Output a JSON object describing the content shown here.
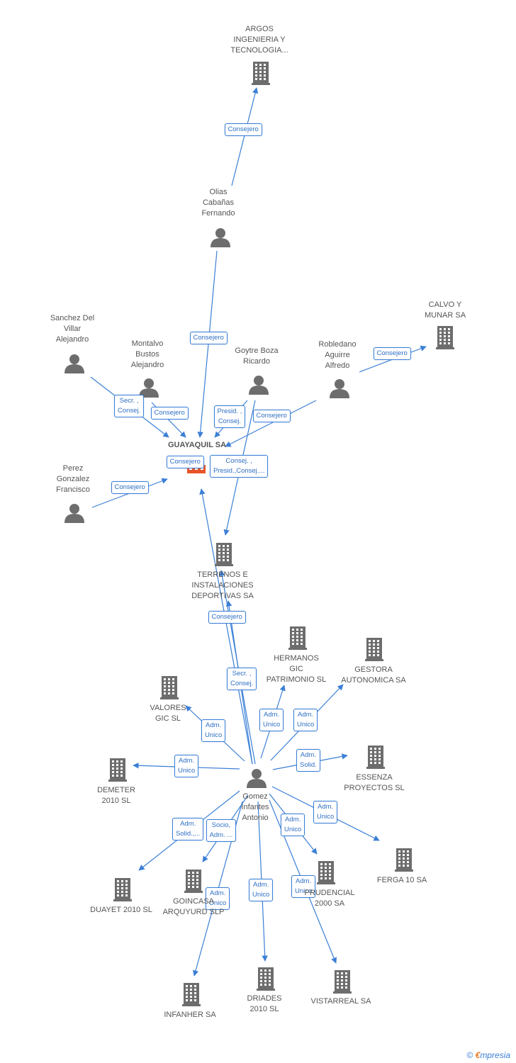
{
  "colors": {
    "edge": "#3b7fd6",
    "icon": "#6d6d6d",
    "focus": "#e8542a"
  },
  "nodes": [
    {
      "id": "argos",
      "type": "company",
      "label": "ARGOS\nINGENIERIA Y\nTECNOLOGIA..."
    },
    {
      "id": "olias",
      "type": "person",
      "label": "Olias\nCabañas\nFernando"
    },
    {
      "id": "calvo",
      "type": "company",
      "label": "CALVO Y\nMUNAR SA"
    },
    {
      "id": "sanchez",
      "type": "person",
      "label": "Sanchez Del\nVillar\nAlejandro"
    },
    {
      "id": "montalvo",
      "type": "person",
      "label": "Montalvo\nBustos\nAlejandro"
    },
    {
      "id": "goytre",
      "type": "person",
      "label": "Goytre Boza\nRicardo"
    },
    {
      "id": "robledano",
      "type": "person",
      "label": "Robledano\nAguirre\nAlfredo"
    },
    {
      "id": "guayaquil",
      "type": "focus",
      "label": "GUAYAQUIL SA"
    },
    {
      "id": "perez",
      "type": "person",
      "label": "Perez\nGonzalez\nFrancisco"
    },
    {
      "id": "terrenos",
      "type": "company",
      "label": "TERRENOS E\nINSTALACIONES\nDEPORTIVAS SA"
    },
    {
      "id": "hermanos",
      "type": "company",
      "label": "HERMANOS\nGIC\nPATRIMONIO SL"
    },
    {
      "id": "gestora",
      "type": "company",
      "label": "GESTORA\nAUTONOMICA SA"
    },
    {
      "id": "valores",
      "type": "company",
      "label": "VALORES\nGIC SL"
    },
    {
      "id": "essenza",
      "type": "company",
      "label": "ESSENZA\nPROYECTOS SL"
    },
    {
      "id": "demeter",
      "type": "company",
      "label": "DEMETER\n2010 SL"
    },
    {
      "id": "gomez",
      "type": "person",
      "label": "Gomez\nInfantes\nAntonio"
    },
    {
      "id": "ferga",
      "type": "company",
      "label": "FERGA 10 SA"
    },
    {
      "id": "duayet",
      "type": "company",
      "label": "DUAYET 2010 SL"
    },
    {
      "id": "goincasa",
      "type": "company",
      "label": "GOINCASA\nARQUYURD SLP"
    },
    {
      "id": "prudencial",
      "type": "company",
      "label": "PRUDENCIAL\n2000 SA"
    },
    {
      "id": "infanher",
      "type": "company",
      "label": "INFANHER SA"
    },
    {
      "id": "driades",
      "type": "company",
      "label": "DRIADES\n2010 SL"
    },
    {
      "id": "vistarreal",
      "type": "company",
      "label": "VISTARREAL SA"
    }
  ],
  "edges": [
    {
      "id": "olias-argos",
      "label": "Consejero"
    },
    {
      "id": "olias-guayaquil",
      "label": "Consejero"
    },
    {
      "id": "robledano-calvo",
      "label": "Consejero"
    },
    {
      "id": "sanchez-guayaquil",
      "label": "Secr. ,\nConsej."
    },
    {
      "id": "montalvo-guayaquil",
      "label": "Consejero"
    },
    {
      "id": "goytre-guayaquil",
      "label": "Presid. ,\nConsej."
    },
    {
      "id": "robledano-guayaquil",
      "label": "Consejero"
    },
    {
      "id": "gomez-guayaquil",
      "label": "Consejero"
    },
    {
      "id": "goytre-terrenos",
      "label": "Consej. ,\nPresid.,Consej...."
    },
    {
      "id": "perez-guayaquil",
      "label": "Consejero"
    },
    {
      "id": "gomez-terrenos-a",
      "label": "Consejero"
    },
    {
      "id": "gomez-terrenos-b",
      "label": "Secr. ,\nConsej."
    },
    {
      "id": "gomez-valores",
      "label": "Adm.\nUnico"
    },
    {
      "id": "gomez-hermanos",
      "label": "Adm.\nUnico"
    },
    {
      "id": "gomez-gestora",
      "label": "Adm.\nUnico"
    },
    {
      "id": "gomez-essenza",
      "label": "Adm.\nSolid."
    },
    {
      "id": "gomez-demeter",
      "label": "Adm.\nUnico"
    },
    {
      "id": "gomez-ferga",
      "label": "Adm.\nUnico"
    },
    {
      "id": "gomez-prudencial",
      "label": "Adm.\nUnico"
    },
    {
      "id": "gomez-duayet",
      "label": "Adm.\nSolid.,..."
    },
    {
      "id": "gomez-goincasa",
      "label": "Socio,\nAdm. ..."
    },
    {
      "id": "gomez-infanher",
      "label": "Adm.\nUnico"
    },
    {
      "id": "gomez-driades",
      "label": "Adm.\nUnico"
    },
    {
      "id": "gomez-vistarreal",
      "label": "Adm.\nUnico"
    }
  ],
  "footer": {
    "copyright": "©",
    "brand_e": "€",
    "brand_rest": "mpresia"
  }
}
